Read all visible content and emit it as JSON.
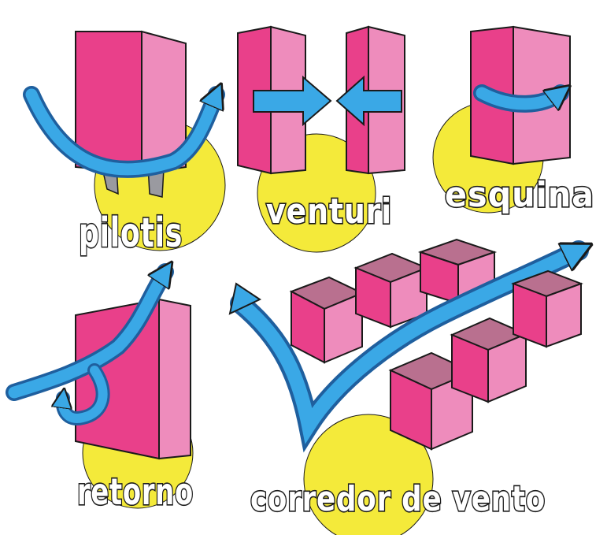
{
  "colors": {
    "sun": "#f4ea3a",
    "block_front": "#e9408a",
    "block_side": "#ee8cbc",
    "block_top": "#b9708f",
    "arrow_fill": "#3aa8e6",
    "arrow_shadow": "#1f5f9e",
    "outline": "#1a1a1a",
    "ground": "#9a9aa0"
  },
  "icons": [
    "block",
    "arrow",
    "sun"
  ],
  "labels": {
    "pilotis": "pilotis",
    "venturi": "venturi",
    "esquina": "esquina",
    "retorno": "retorno",
    "corredor": "corredor de vento"
  }
}
